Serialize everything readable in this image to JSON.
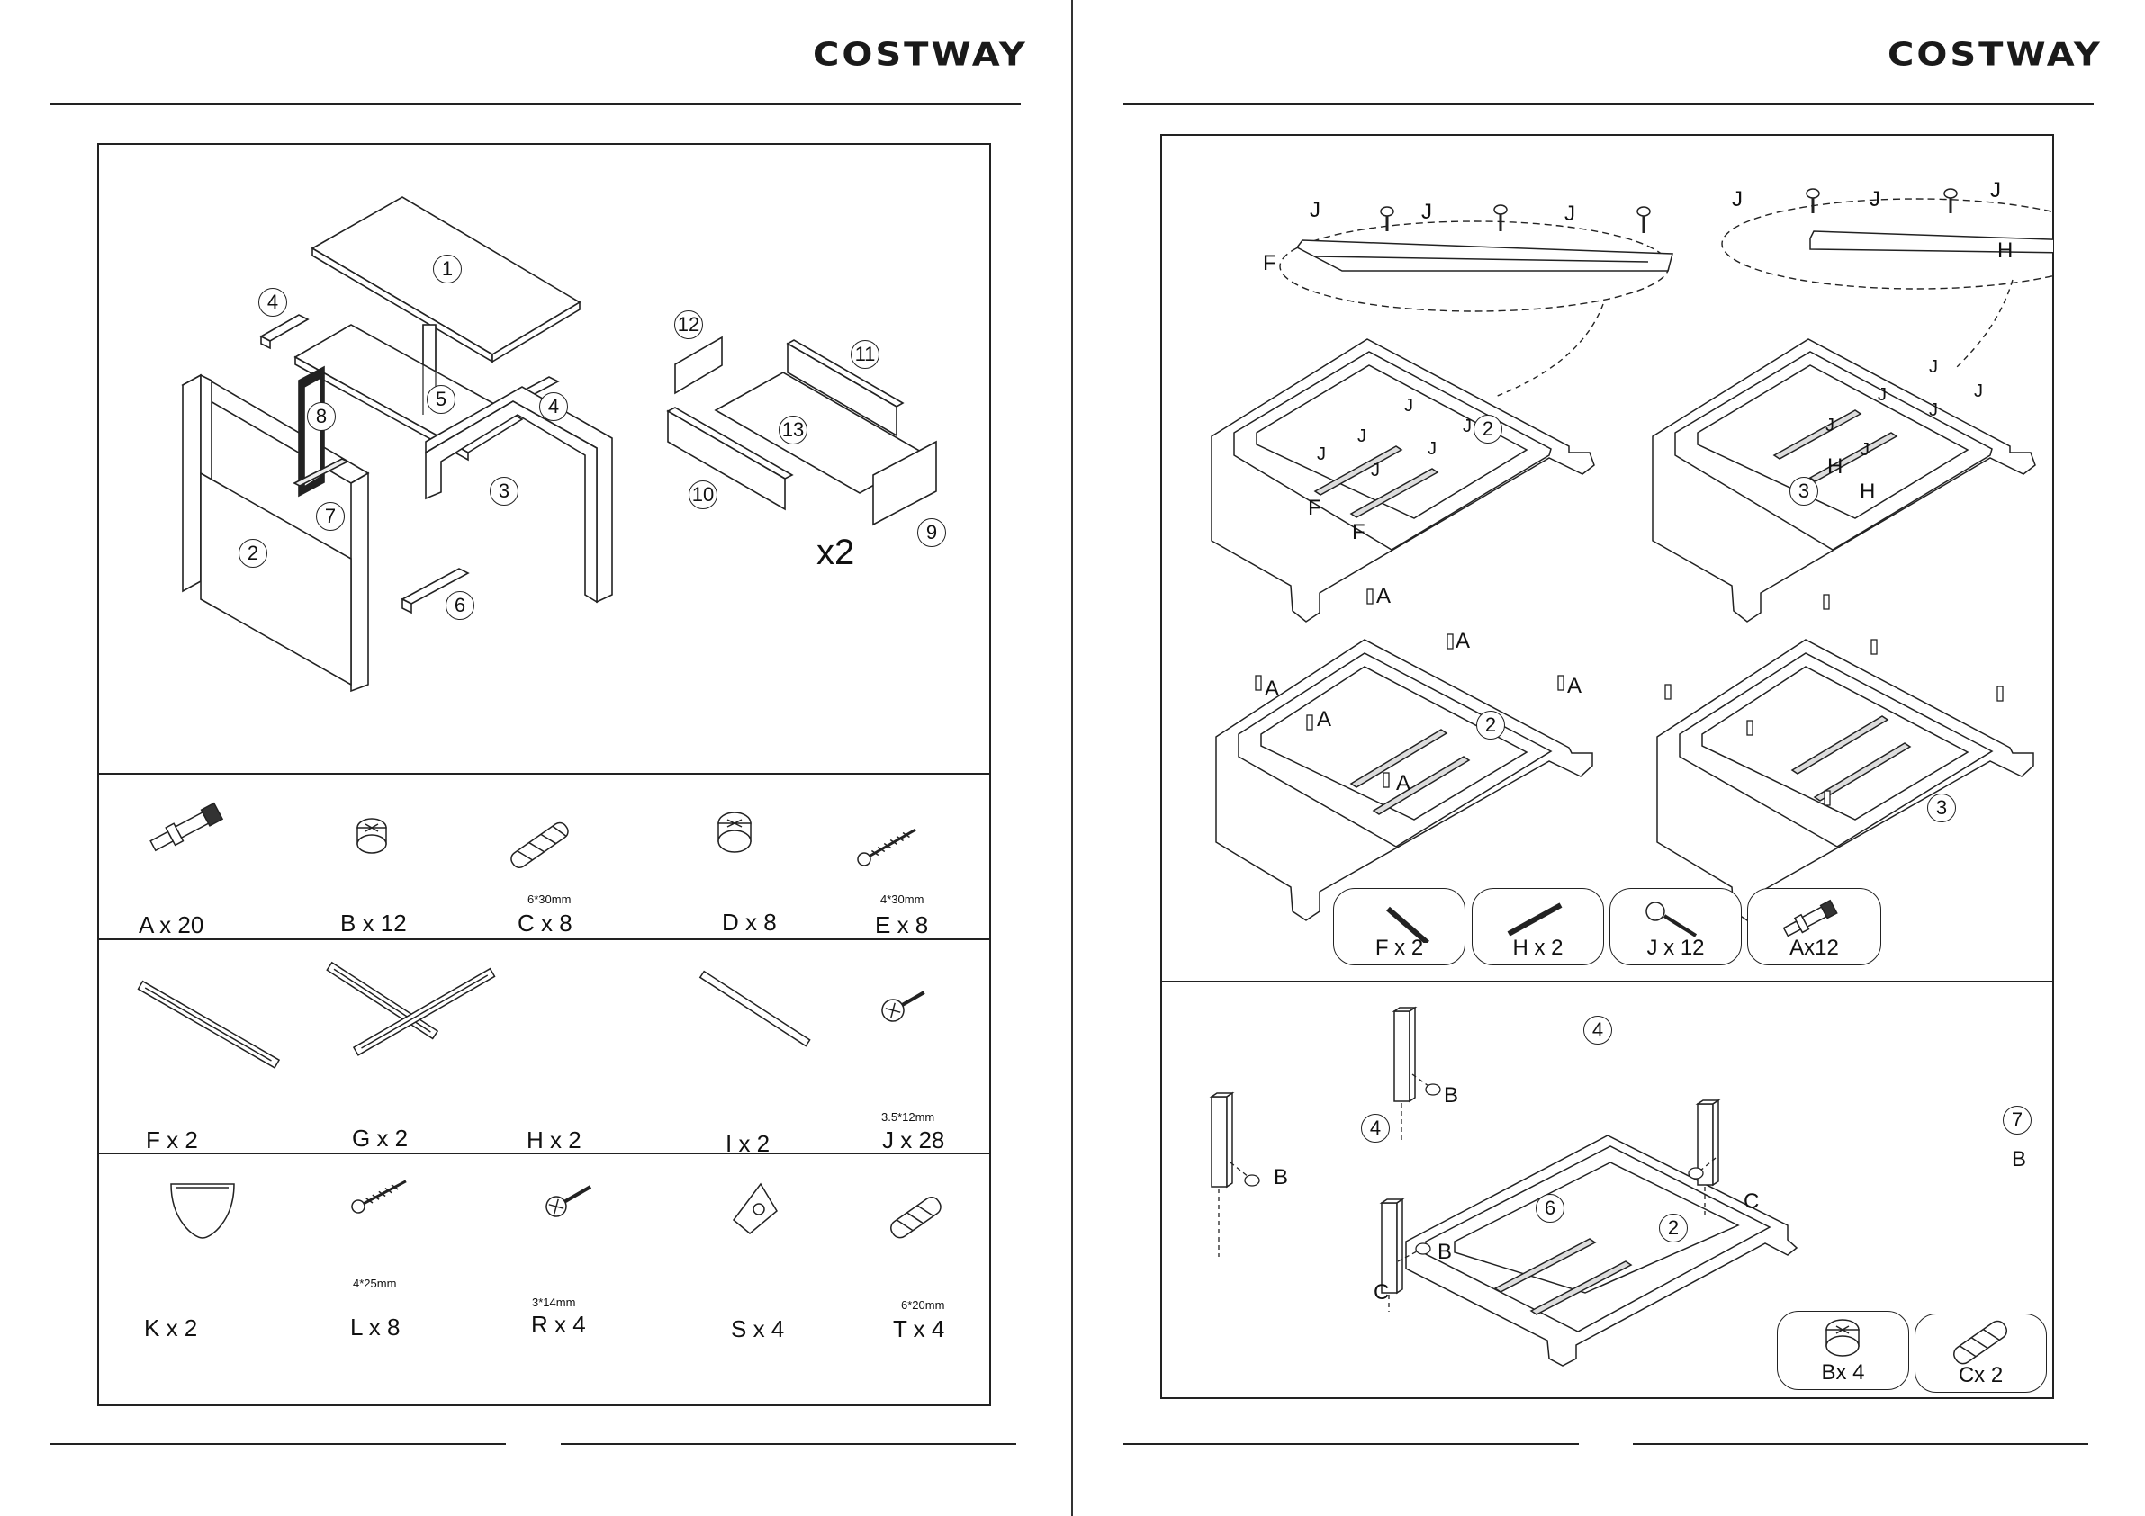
{
  "brand": "COSTWAY",
  "page_left": {
    "exploded_view": {
      "panel_numbers": [
        "1",
        "2",
        "3",
        "4",
        "4",
        "5",
        "6",
        "7",
        "8",
        "9",
        "10",
        "11",
        "12",
        "13"
      ],
      "multiplier": "x2"
    },
    "hardware": {
      "row1": [
        {
          "icon": "dowel-pin-icon",
          "label": "A x 20",
          "size": ""
        },
        {
          "icon": "cam-lock-icon",
          "label": "B x 12",
          "size": ""
        },
        {
          "icon": "wood-dowel-icon",
          "label": "C x 8",
          "size": "6*30mm"
        },
        {
          "icon": "cam-fitting-icon",
          "label": "D x 8",
          "size": ""
        },
        {
          "icon": "wood-screw-icon",
          "label": "E x 8",
          "size": "4*30mm"
        }
      ],
      "row2": [
        {
          "icon": "drawer-rail-icon",
          "label": "F x 2",
          "size": ""
        },
        {
          "icon": "drawer-rail-icon",
          "label": "G x 2",
          "size": ""
        },
        {
          "icon": "drawer-rail-icon",
          "label": "H x 2",
          "size": ""
        },
        {
          "icon": "drawer-rail-icon",
          "label": "I x 2",
          "size": ""
        },
        {
          "icon": "short-screw-icon",
          "label": "J x 28",
          "size": "3.5*12mm"
        }
      ],
      "row3": [
        {
          "icon": "cup-handle-icon",
          "label": "K x 2",
          "size": ""
        },
        {
          "icon": "long-screw-icon",
          "label": "L x 8",
          "size": "4*25mm"
        },
        {
          "icon": "short-screw-icon",
          "label": "R x 4",
          "size": "3*14mm"
        },
        {
          "icon": "corner-bracket-icon",
          "label": "S x 4",
          "size": ""
        },
        {
          "icon": "wood-dowel-icon",
          "label": "T x 4",
          "size": "6*20mm"
        }
      ]
    }
  },
  "page_right": {
    "step1": {
      "rail_f_labels": [
        "J",
        "J",
        "J",
        "F"
      ],
      "rail_h_labels": [
        "J",
        "J",
        "J",
        "H"
      ],
      "left_panel_number": "2",
      "right_panel_number": "3",
      "left_panel_callouts": [
        "J",
        "J",
        "J",
        "J",
        "J",
        "J",
        "F",
        "F"
      ],
      "right_panel_callouts": [
        "J",
        "J",
        "J",
        "J",
        "J",
        "J",
        "H",
        "H"
      ],
      "dowel_labels": [
        "A",
        "A",
        "A",
        "A",
        "A",
        "A"
      ],
      "parts": [
        {
          "icon": "drawer-rail-icon",
          "label": "F x 2"
        },
        {
          "icon": "drawer-rail-icon",
          "label": "H x 2"
        },
        {
          "icon": "short-screw-icon",
          "label": "J x 12"
        },
        {
          "icon": "dowel-pin-icon",
          "label": "Ax12"
        }
      ]
    },
    "step2": {
      "panel_numbers": [
        "4",
        "4",
        "6",
        "7",
        "2"
      ],
      "callouts": [
        "B",
        "B",
        "B",
        "B",
        "C",
        "C"
      ],
      "parts": [
        {
          "icon": "cam-lock-icon",
          "label": "Bx 4"
        },
        {
          "icon": "wood-dowel-icon",
          "label": "Cx 2"
        }
      ]
    }
  }
}
